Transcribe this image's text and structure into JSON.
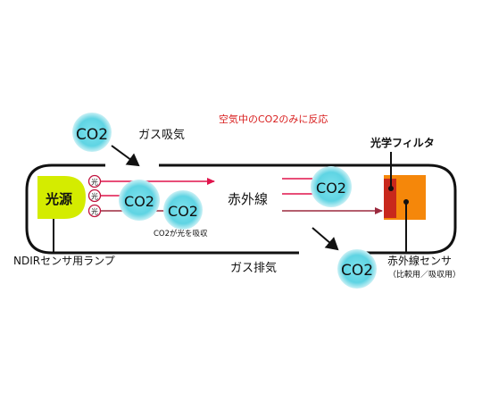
{
  "labels": {
    "co2": "CO2",
    "gas_intake": "ガス吸気",
    "gas_exhaust": "ガス排気",
    "reaction_note": "空気中のCO2のみに反応",
    "light_source": "光源",
    "light": "光",
    "infrared": "赤外線",
    "absorb_note": "CO2が光を吸収",
    "optical_filter": "光学フィルタ",
    "lamp": "NDIRセンサ用ランプ",
    "ir_sensor": "赤外線センサ",
    "ir_sensor_sub": "（比較用／吸収用）"
  },
  "colors": {
    "co2_bubble": "#6fd9e6",
    "co2_bubble_light": "#c9f0f5",
    "light_source": "#d4ec00",
    "ray": "#e0144c",
    "ray_dark": "#9b2a3e",
    "filter": "#c8281c",
    "sensor": "#f5870a",
    "note_red": "#d81e1e"
  }
}
